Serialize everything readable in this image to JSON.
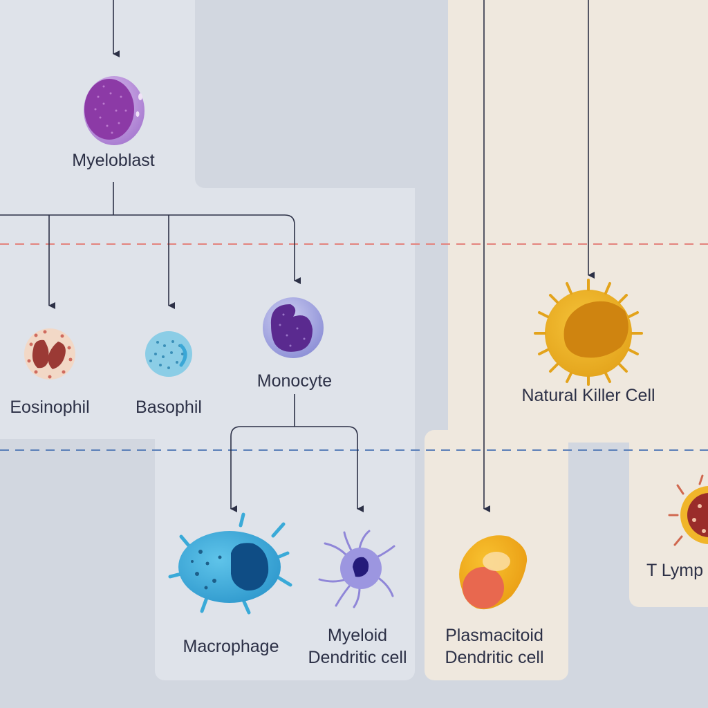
{
  "cells": {
    "myeloblast": {
      "label": "Myeloblast"
    },
    "eosinophil": {
      "label": "Eosinophil"
    },
    "basophil": {
      "label": "Basophil"
    },
    "monocyte": {
      "label": "Monocyte"
    },
    "natural_killer": {
      "label": "Natural Killer Cell"
    },
    "macrophage": {
      "label": "Macrophage"
    },
    "myeloid_dendritic": {
      "line1": "Myeloid",
      "line2": "Dendritic cell"
    },
    "plasmacitoid_dendritic": {
      "line1": "Plasmacitoid",
      "line2": "Dendritic cell"
    },
    "t_lymphocyte": {
      "label": "T Lymp"
    }
  },
  "colors": {
    "background": "#d2d7e0",
    "myeloid_panel": "#dfe3ea",
    "lymphoid_panel": "#efe8de",
    "red_divider": "#e3837d",
    "blue_divider": "#5a7fb8",
    "arrow": "#2c3046"
  }
}
